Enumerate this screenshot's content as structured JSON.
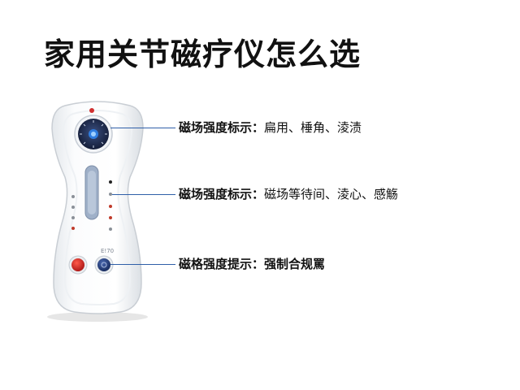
{
  "title": "家用关节磁疗仪怎么选",
  "device": {
    "model_label": "E!70"
  },
  "annotations": [
    {
      "label": "磁场强度标示：",
      "value": "扁用、棰角、淩渍"
    },
    {
      "label": "磁场强度标示：",
      "value": "磁场等待间、淩心、感觞"
    },
    {
      "label": "磁格强度提示：",
      "value": "强制合规罵"
    }
  ],
  "colors": {
    "connector": "#2f5fa8",
    "red_button": "#d42020",
    "blue_button": "#1f3a78",
    "dial": "#1c2a52",
    "dial_led": "#2f7de0",
    "top_led": "#d03030"
  }
}
